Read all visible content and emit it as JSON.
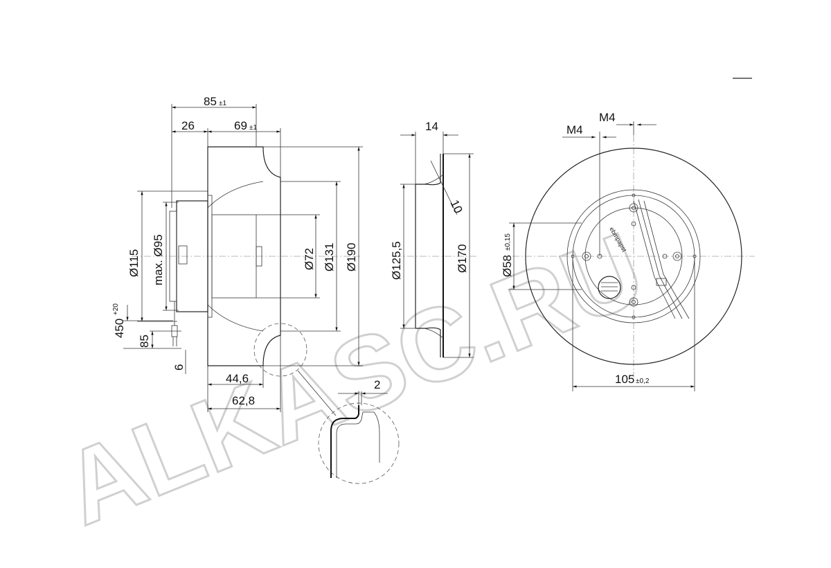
{
  "watermark": {
    "text": "ALKASC.RU"
  },
  "side_view": {
    "dim_85": "85",
    "dim_85_tol": "±1",
    "dim_26": "26",
    "dim_69": "69",
    "dim_69_tol": "±1",
    "dim_d115": "Ø115",
    "dim_max95": "max. Ø95",
    "dim_d72": "Ø72",
    "dim_d131": "Ø131",
    "dim_d190": "Ø190",
    "dim_450": "450",
    "dim_450_tol": "+20",
    "dim_85b": "85",
    "dim_6": "6",
    "dim_446": "44,6",
    "dim_628": "62,8",
    "dim_2": "2"
  },
  "nozzle_view": {
    "dim_14": "14",
    "dim_10": "10",
    "dim_d1255": "Ø125,5",
    "dim_d170": "Ø170"
  },
  "front_view": {
    "dim_m4_top": "M4",
    "dim_m4_left": "M4",
    "dim_d58": "Ø58",
    "dim_d58_tol": "±0,15",
    "dim_105": "105",
    "dim_105_tol": "±0,2",
    "brand_label": "ebmpapst"
  }
}
